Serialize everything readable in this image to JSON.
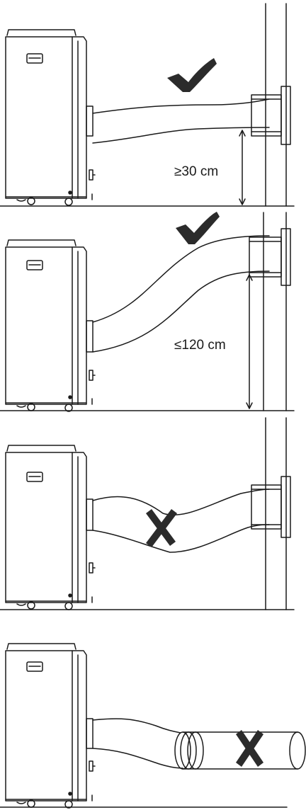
{
  "panels": [
    {
      "id": "p1",
      "status": "correct",
      "status_icon": "checkmark-icon",
      "label": "≥30 cm"
    },
    {
      "id": "p2",
      "status": "correct",
      "status_icon": "checkmark-icon",
      "label": "≤120 cm"
    },
    {
      "id": "p3",
      "status": "incorrect",
      "status_icon": "cross-icon",
      "label": ""
    },
    {
      "id": "p4",
      "status": "incorrect",
      "status_icon": "cross-icon",
      "label": ""
    }
  ],
  "colors": {
    "line": "#1a1a1a",
    "mark": "#2b2b2b",
    "background": "#ffffff"
  }
}
